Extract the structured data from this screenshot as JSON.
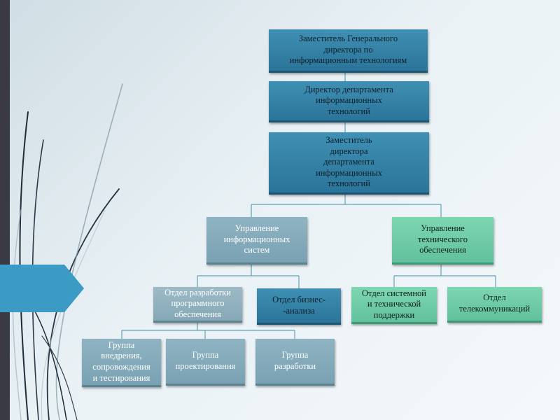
{
  "colors": {
    "dark_box": "#3a89ae",
    "gray_box": "#87adbd",
    "green_box": "#72cfa9",
    "connector": "#5fa2b8",
    "accent_arrow": "#3b9bc4"
  },
  "nodes": {
    "deputy_general": "Заместитель Генерального\nдиректора  по\nинформационным технологиям",
    "it_director": "Директор департамента\nинформационных\nтехнологий",
    "deputy_it_director": "Заместитель\nдиректора\nдепартамента\nинформационных\nтехнологий",
    "info_systems_mgmt": "Управление\nинформационных\nсистем",
    "tech_support_mgmt": "Управление\nтехнического\nобеспечения",
    "software_dev_dept": "Отдел разработки\nпрограммного\nобеспечения",
    "business_analysis_dept": "Отдел бизнес-\n-анализа",
    "system_support_dept": "Отдел системной\nи технической\nподдержки",
    "telecom_dept": "Отдел\nтелекоммуникаций",
    "deploy_group": "Группа\nвнедрения,\nсопровождения\nи тестирования",
    "design_group": "Группа\nпроектирования",
    "dev_group": "Группа\nразработки"
  }
}
